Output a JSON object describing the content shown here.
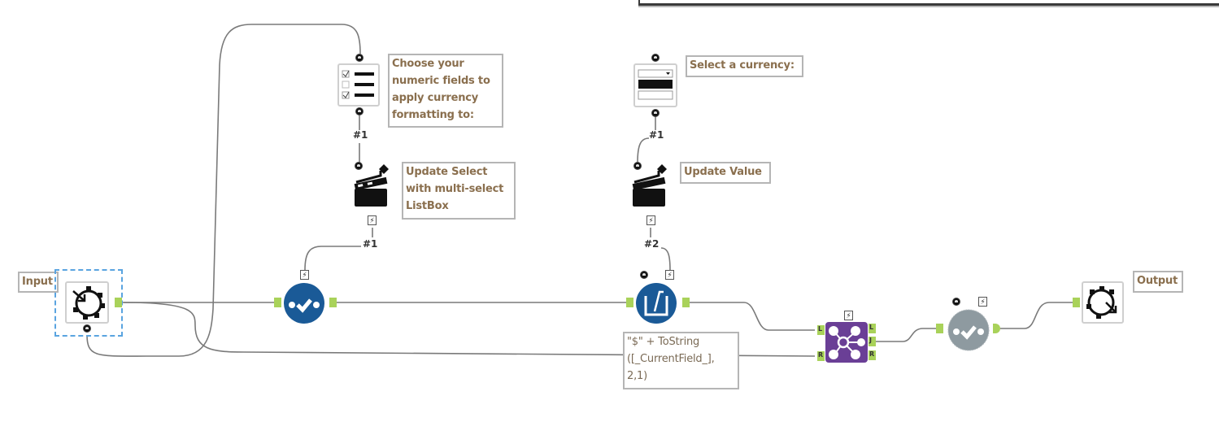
{
  "canvas": {
    "background": "#ffffff"
  },
  "colors": {
    "connection": "#7a7a7a",
    "anchor": "#a9d25a",
    "interface_tool": "#1a5a97",
    "join_tool": "#6a3f96",
    "disabled_tool": "#8e9aa0",
    "comment_text": "#8a6f4e",
    "selection": "#5aa4e0"
  },
  "tools": {
    "input": {
      "label": "Input",
      "icon": "macro-input-icon"
    },
    "check_box": {
      "label": "Choose your numeric fields to apply currency formatting to:",
      "icon": "list-box-icon",
      "connection_label": "#1"
    },
    "action_select": {
      "label": "Update Select with multi-select ListBox",
      "icon": "action-icon",
      "connection_label": "#1"
    },
    "dynamic_select": {
      "icon": "select-check-icon"
    },
    "drop_down": {
      "label": "Select a currency:",
      "icon": "drop-down-icon",
      "connection_label": "#1"
    },
    "action_value": {
      "label": "Update Value",
      "icon": "action-icon",
      "connection_label": "#2"
    },
    "multi_field_formula": {
      "icon": "formula-icon",
      "expression": "\"$\" + ToString ([_CurrentField_], 2,1)"
    },
    "join": {
      "icon": "join-icon",
      "anchors": {
        "left": "L",
        "right": "R",
        "out_left": "L",
        "out_join": "J",
        "out_right": "R"
      }
    },
    "select_disabled": {
      "icon": "select-check-icon"
    },
    "output": {
      "label": "Output",
      "icon": "macro-output-icon"
    }
  },
  "bolt_glyph": "⚡"
}
